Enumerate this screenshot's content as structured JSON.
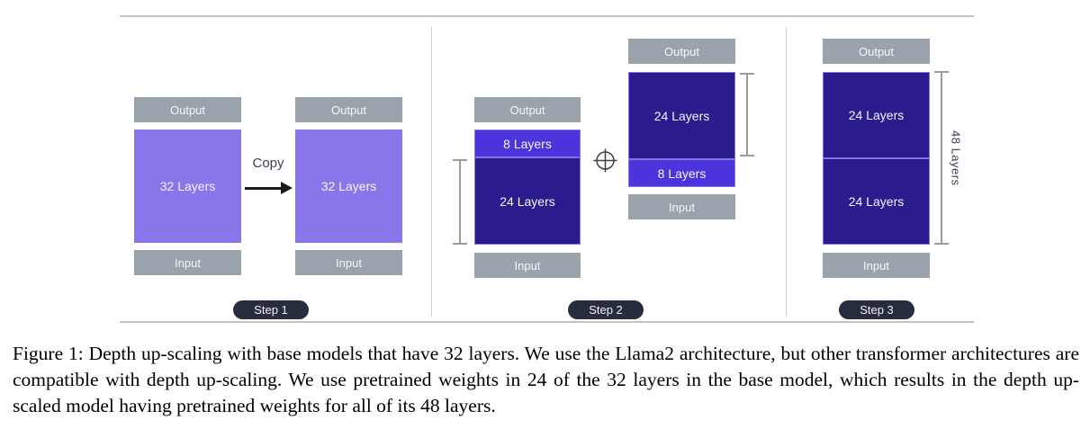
{
  "colors": {
    "purple_32": "#8877EA",
    "bright_8": "#4B34DC",
    "dark_24": "#2B1C8E",
    "gray_io": "#9AA2AC",
    "badge_bg": "#272C3E",
    "stack_border": "#8273E8",
    "rule": "#C3C3C3",
    "divider": "#CFCFCF",
    "arrow": "#1B1B1B",
    "annotation_text": "#3A404E",
    "bracket": "#9B9B9B"
  },
  "figure": {
    "step1": {
      "base_model": {
        "output": "Output",
        "layers": "32 Layers",
        "input": "Input"
      },
      "copy_label": "Copy",
      "copied_model": {
        "output": "Output",
        "layers": "32 Layers",
        "input": "Input"
      },
      "badge": "Step 1"
    },
    "step2": {
      "left_model": {
        "output": "Output",
        "top_block": "8 Layers",
        "bottom_block": "24 Layers",
        "input": "Input"
      },
      "right_model": {
        "output": "Output",
        "top_block": "24 Layers",
        "bottom_block": "8 Layers",
        "input": "Input"
      },
      "badge": "Step 2"
    },
    "step3": {
      "model": {
        "output": "Output",
        "top_block": "24 Layers",
        "bottom_block": "24 Layers",
        "input": "Input"
      },
      "depth_annotation": "48 Layers",
      "badge": "Step 3"
    }
  },
  "caption": "Figure 1: Depth up-scaling with base models that have 32 layers. We use the Llama2 architecture, but other transformer architectures are compatible with depth up-scaling. We use pretrained weights in 24 of the 32 layers in the base model, which results in the depth up-scaled model having pretrained weights for all of its 48 layers."
}
